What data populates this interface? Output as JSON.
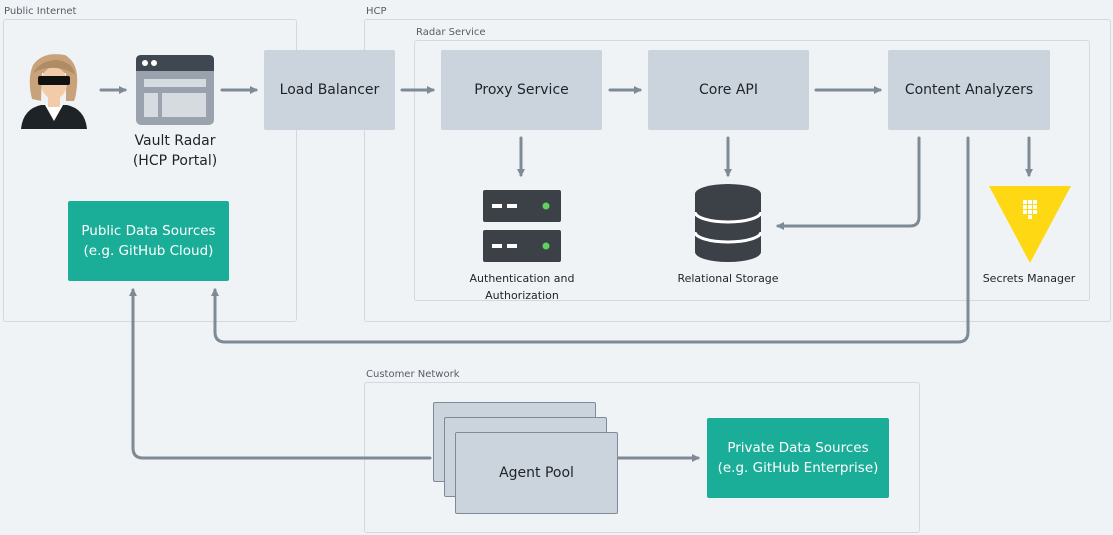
{
  "regions": {
    "public_internet": "Public Internet",
    "hcp": "HCP",
    "radar_service": "Radar Service",
    "customer_network": "Customer Network"
  },
  "nodes": {
    "vault_radar": "Vault Radar\n(HCP Portal)",
    "load_balancer": "Load Balancer",
    "proxy_service": "Proxy Service",
    "core_api": "Core API",
    "content_analyzers": "Content Analyzers",
    "auth": "Authentication and\nAuthorization",
    "relational_storage": "Relational Storage",
    "secrets_manager": "Secrets Manager",
    "public_data_sources": "Public Data Sources\n(e.g. GitHub Cloud)",
    "private_data_sources": "Private Data Sources\n(e.g. GitHub Enterprise)",
    "agent_pool": "Agent Pool"
  },
  "colors": {
    "box": "#cbd4dc",
    "teal": "#1aae99",
    "connector": "#7e8a96",
    "vault_yellow": "#ffd814"
  },
  "icons": {
    "user": "user-sunglasses-icon",
    "portal": "browser-window-icon",
    "servers": "server-rack-icon",
    "database": "database-icon",
    "vault": "vault-triangle-icon"
  }
}
